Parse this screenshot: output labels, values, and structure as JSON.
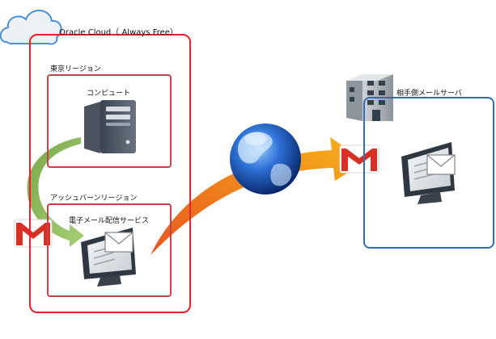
{
  "cloud": {
    "title": "Oracle Cloud（ Always Free）",
    "frame_color": "#e8212b"
  },
  "regions": [
    {
      "id": "tokyo",
      "label": "東京リージョン",
      "service_label": "コンピュート",
      "service_icon": "server-tower-icon",
      "frame_color": "#c0444b"
    },
    {
      "id": "ashburn",
      "label": "アッシュバーンリージョン",
      "service_label": "電子メール配信サービス",
      "service_icon": "monitor-mail-icon",
      "frame_color": "#c0444b"
    }
  ],
  "recipient": {
    "label": "相手側メールサーバ",
    "frame_color": "#2e6db4",
    "icons": [
      "office-building-icon",
      "monitor-mail-icon"
    ]
  },
  "mail_icon": "gmail-icon",
  "connector_icon": "globe-icon",
  "colors": {
    "green_arrow": "#8dbb5a",
    "orange_arrow_start": "#e8551e",
    "orange_arrow_end": "#f7b21b",
    "gmail_red": "#d93025",
    "globe_blue": "#1f4fa8"
  }
}
